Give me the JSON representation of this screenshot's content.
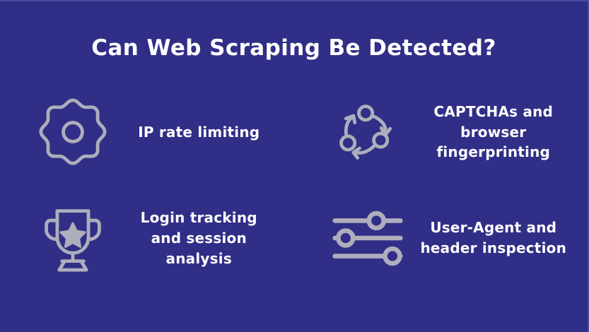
{
  "slide": {
    "title": "Can Web Scraping Be Detected?",
    "background_color": "#312e87",
    "border_color": "#4b4a9b",
    "text_color": "#ffffff",
    "icon_color": "#aeaebc"
  },
  "items": [
    {
      "icon": "gear-icon",
      "label": "IP rate limiting",
      "lines": [
        "IP rate limiting"
      ]
    },
    {
      "icon": "rotation-nodes-icon",
      "label": "CAPTCHAs and browser fingerprinting",
      "lines": [
        "CAPTCHAs and",
        "browser fingerprinting"
      ]
    },
    {
      "icon": "trophy-icon",
      "label": "Login tracking and session analysis",
      "lines": [
        "Login tracking",
        "and session",
        "analysis"
      ]
    },
    {
      "icon": "sliders-icon",
      "label": "User-Agent and header inspection",
      "lines": [
        "User-Agent and",
        "header inspection"
      ]
    }
  ]
}
